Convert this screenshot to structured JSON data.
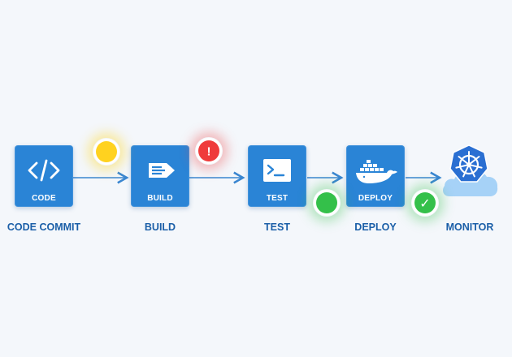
{
  "colors": {
    "background": "#f4f7fb",
    "tile": "#2a84d6",
    "label": "#1b5fa8",
    "arrow": "#3a86d0",
    "status_pending": "#ffd21f",
    "status_error": "#ef3b3b",
    "status_success": "#34c04a",
    "cloud": "#a6d2f7",
    "kubernetes": "#2a6fd2"
  },
  "stages": [
    {
      "tile_label": "CODE",
      "name": "CODE COMMIT",
      "icon": "code-icon"
    },
    {
      "tile_label": "BUILD",
      "name": "BUILD",
      "icon": "build-icon"
    },
    {
      "tile_label": "TEST",
      "name": "TEST",
      "icon": "terminal-icon"
    },
    {
      "tile_label": "DEPLOY",
      "name": "DEPLOY",
      "icon": "docker-icon"
    },
    {
      "tile_label": "",
      "name": "MONITOR",
      "icon": "kubernetes-cloud-icon"
    }
  ],
  "statuses": [
    {
      "state": "pending",
      "icon": "pending-circle-icon",
      "symbol": ""
    },
    {
      "state": "error",
      "icon": "error-icon",
      "symbol": "!"
    },
    {
      "state": "success",
      "icon": "success-circle-icon",
      "symbol": ""
    },
    {
      "state": "success",
      "icon": "success-check-icon",
      "symbol": "✓"
    }
  ]
}
